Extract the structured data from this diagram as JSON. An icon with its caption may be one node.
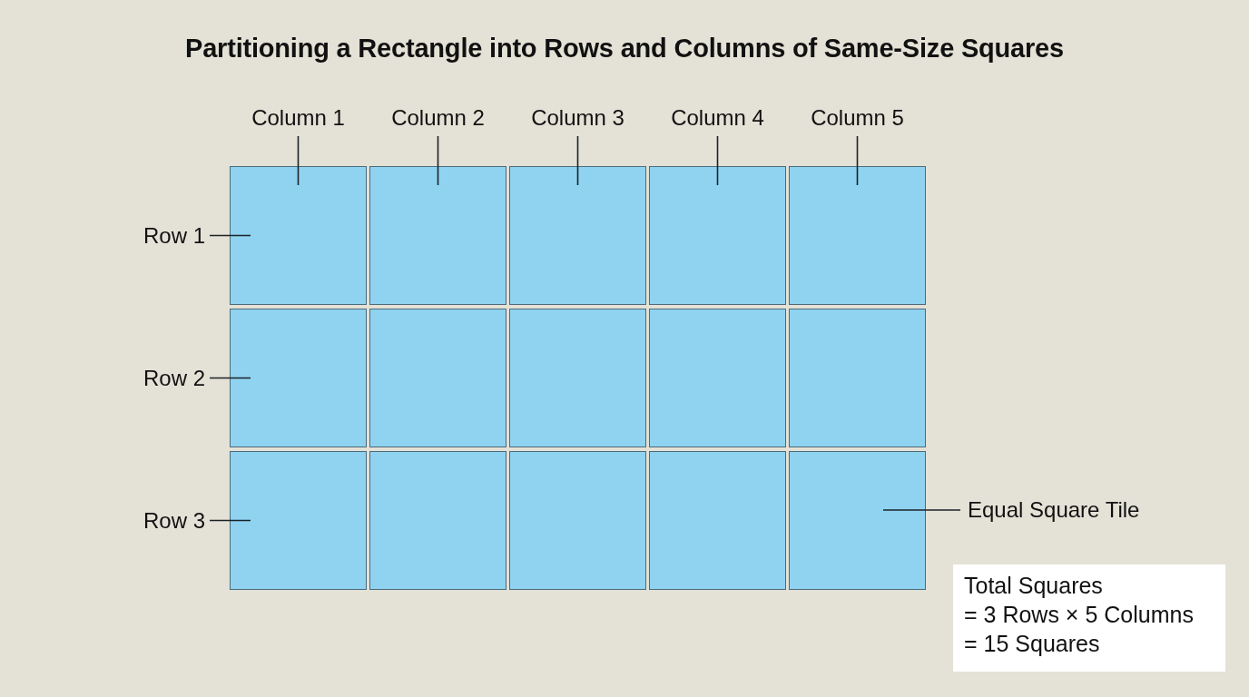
{
  "diagram": {
    "title": "Partitioning a Rectangle into Rows and Columns of Same-Size Squares",
    "nodes": [
      {
        "text": [
          "Column 1"
        ]
      },
      {
        "text": [
          "Column 2"
        ]
      },
      {
        "text": [
          "Column 3"
        ]
      },
      {
        "text": [
          "Column 4"
        ]
      },
      {
        "text": [
          "Column 5"
        ]
      },
      {
        "text": [
          "Row 1"
        ]
      },
      {
        "text": [],
        "shape": "box"
      },
      {
        "text": [],
        "shape": "box"
      },
      {
        "text": [],
        "shape": "box"
      },
      {
        "text": [],
        "shape": "box"
      },
      {
        "text": [],
        "shape": "box"
      },
      {
        "text": [
          "Row 2"
        ]
      },
      {
        "text": [],
        "shape": "box"
      },
      {
        "text": [],
        "shape": "box"
      },
      {
        "text": [],
        "shape": "box"
      },
      {
        "text": [],
        "shape": "box"
      },
      {
        "text": [],
        "shape": "box"
      },
      {
        "text": [
          "Row 3"
        ]
      },
      {
        "text": [],
        "shape": "box"
      },
      {
        "text": [],
        "shape": "box"
      },
      {
        "text": [],
        "shape": "box"
      },
      {
        "text": [],
        "shape": "box"
      },
      {
        "text": [],
        "shape": "box"
      },
      {
        "text": [
          "Equal Square Tile"
        ]
      },
      {
        "text": [
          "Total Squares",
          "= 3 Rows × 5 Columns",
          "= 15 Squares"
        ]
      }
    ],
    "edges": [
      {
        "from": 0,
        "to": 6,
        "arrow": "none"
      },
      {
        "from": 1,
        "to": 7,
        "arrow": "none"
      },
      {
        "from": 2,
        "to": 8,
        "arrow": "none"
      },
      {
        "from": 3,
        "to": 9,
        "arrow": "none"
      },
      {
        "from": 4,
        "to": 10,
        "arrow": "none"
      },
      {
        "from": 5,
        "to": 6,
        "arrow": "none"
      },
      {
        "from": 11,
        "to": 12,
        "arrow": "none"
      },
      {
        "from": 17,
        "to": 18,
        "arrow": "none"
      },
      {
        "from": 23,
        "to": 22,
        "arrow": "none"
      }
    ]
  }
}
